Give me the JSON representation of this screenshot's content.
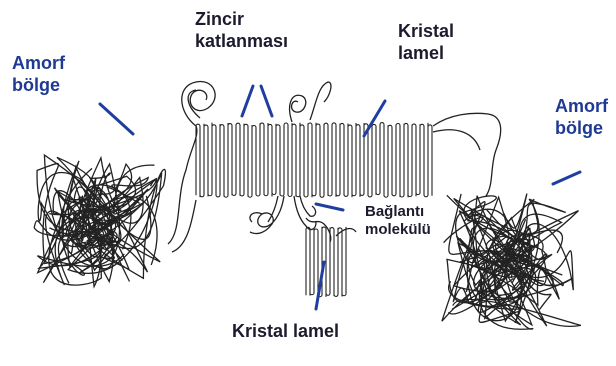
{
  "labels": {
    "amorf_left_line1": "Amorf",
    "amorf_left_line2": "bölge",
    "zincir_line1": "Zincir",
    "zincir_line2": "katlanması",
    "kristal_top_line1": "Kristal",
    "kristal_top_line2": "lamel",
    "amorf_right_line1": "Amorf",
    "amorf_right_line2": "bölge",
    "baglanti_line1": "Bağlantı",
    "baglanti_line2": "molekülü",
    "kristal_bottom": "Kristal lamel"
  },
  "colors": {
    "label_blue": "#1f3a93",
    "label_dark": "#1c1c2e",
    "pointer_blue": "#1f3fa0",
    "chain_black": "#222222"
  }
}
